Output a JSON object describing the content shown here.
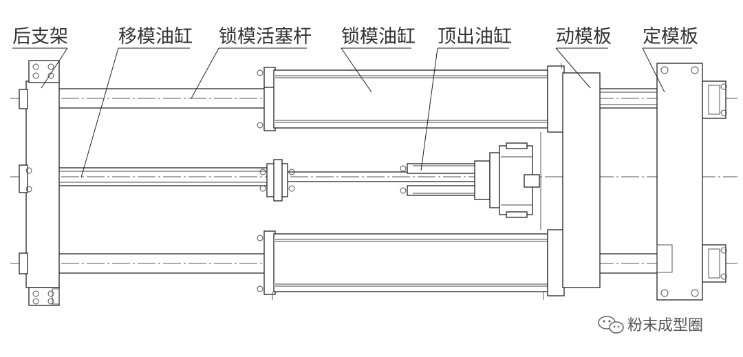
{
  "labels": {
    "rear_support": "后支架",
    "mold_shift_cylinder": "移模油缸",
    "clamp_piston_rod": "锁模活塞杆",
    "clamp_cylinder": "锁模油缸",
    "ejector_cylinder": "顶出油缸",
    "moving_platen": "动模板",
    "fixed_platen": "定模板"
  },
  "watermark": {
    "text": "粉末成型圈",
    "icon": "wechat-icon"
  }
}
